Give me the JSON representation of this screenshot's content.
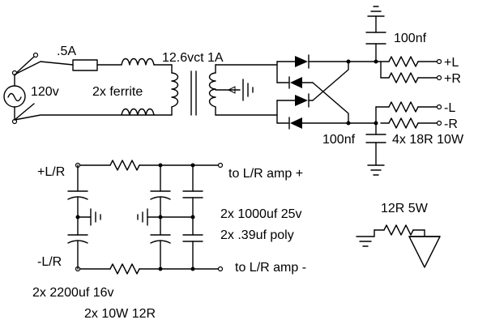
{
  "power_supply": {
    "fuse_rating": ".5A",
    "mains_voltage": "120v",
    "ferrite_label": "2x ferrite",
    "transformer_label": "12.6vct 1A",
    "cap_top_label": "100nf",
    "cap_bottom_label": "100nf",
    "resistor_label": "4x 18R 10W",
    "out_plus_l": "+L",
    "out_plus_r": "+R",
    "out_minus_l": "-L",
    "out_minus_r": "-R"
  },
  "filter": {
    "in_plus": "+L/R",
    "in_minus": "-L/R",
    "out_plus": "to L/R amp +",
    "out_minus": "to L/R amp -",
    "cap_label_1": "2x 1000uf 25v",
    "cap_label_2": "2x .39uf poly",
    "bulk_cap_label": "2x 2200uf 16v",
    "series_resistor_label": "2x 10W 12R"
  },
  "dummy_load": {
    "resistor_label": "12R 5W"
  }
}
